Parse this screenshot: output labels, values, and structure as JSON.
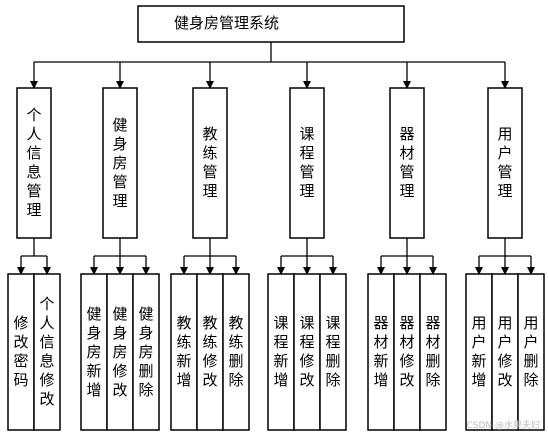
{
  "root": {
    "label": "健身房管理系统"
  },
  "modules": [
    {
      "id": "personal",
      "label": "个人信息管理",
      "children": [
        "修改密码",
        "个人信息修改"
      ]
    },
    {
      "id": "gym",
      "label": "健身房管理",
      "children": [
        "健身房新增",
        "健身房修改",
        "健身房删除"
      ]
    },
    {
      "id": "coach",
      "label": "教练管理",
      "children": [
        "教练新增",
        "教练修改",
        "教练删除"
      ]
    },
    {
      "id": "course",
      "label": "课程管理",
      "children": [
        "课程新增",
        "课程修改",
        "课程删除"
      ]
    },
    {
      "id": "equipment",
      "label": "器材管理",
      "children": [
        "器材新增",
        "器材修改",
        "器材删除"
      ]
    },
    {
      "id": "user",
      "label": "用户管理",
      "children": [
        "用户新增",
        "用户修改",
        "用户删除"
      ]
    }
  ],
  "watermark": "CSDN @水果夫妇"
}
